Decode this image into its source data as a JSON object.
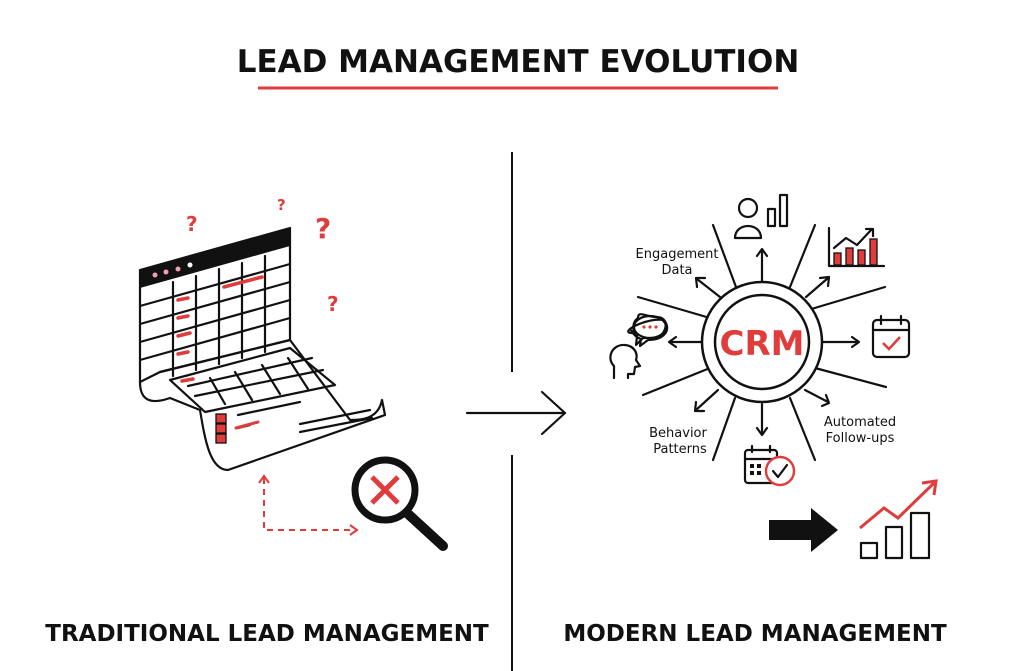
{
  "title": "LEAD MANAGEMENT EVOLUTION",
  "left": {
    "label": "TRADITIONAL LEAD MANAGEMENT",
    "question_marks": [
      "?",
      "?",
      "?",
      "?"
    ]
  },
  "right": {
    "label": "MODERN LEAD MANAGEMENT",
    "hub": "CRM",
    "annotations": {
      "engagement_line1": "Engagement",
      "engagement_line2": "Data",
      "behavior_line1": "Behavior",
      "behavior_line2": "Patterns",
      "followups_line1": "Automated",
      "followups_line2": "Follow-ups"
    }
  },
  "colors": {
    "accent": "#e03c3c",
    "ink": "#111111"
  }
}
